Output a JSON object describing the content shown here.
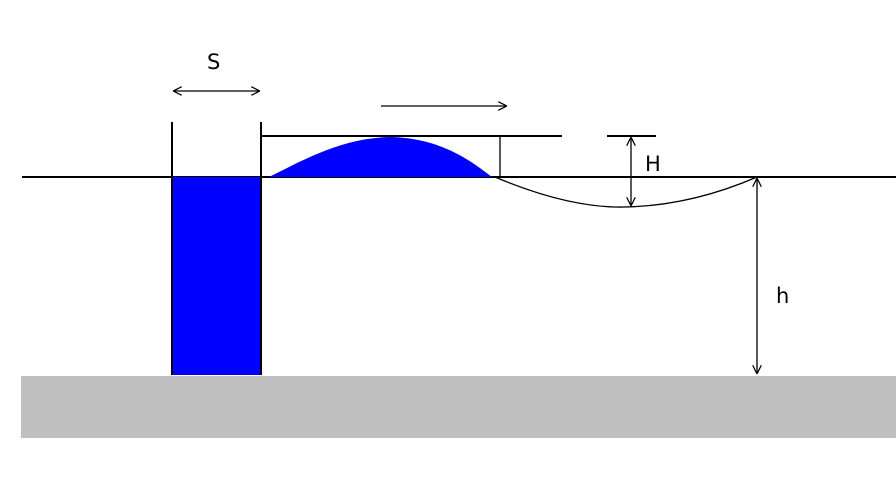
{
  "labels": {
    "stroke_width": "S",
    "wave_height": "H",
    "water_depth": "h"
  },
  "colors": {
    "water_fill": "#0000ff",
    "bed": "#c0c0c0",
    "line": "#000000",
    "background": "#ffffff"
  }
}
